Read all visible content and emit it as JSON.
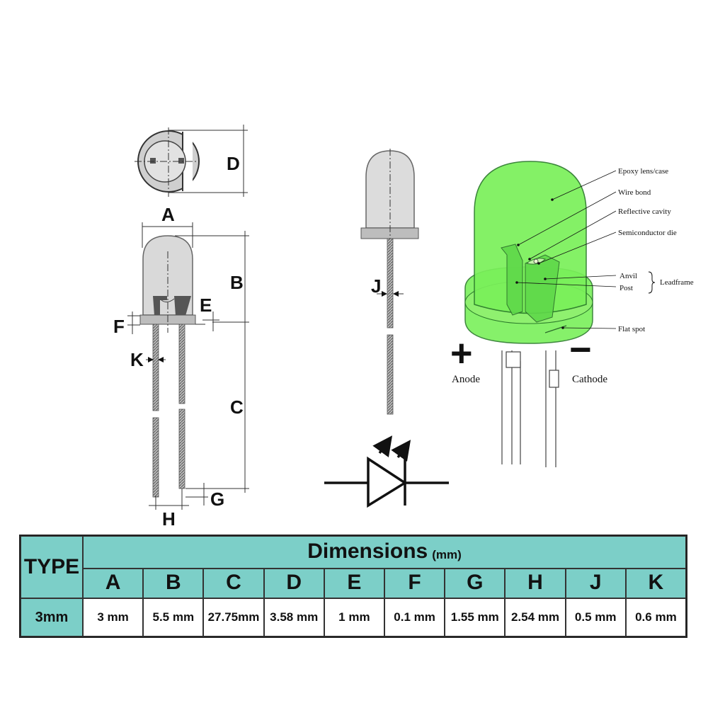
{
  "dimension_letters": {
    "A": "A",
    "B": "B",
    "C": "C",
    "D": "D",
    "E": "E",
    "F": "F",
    "G": "G",
    "H": "H",
    "J": "J",
    "K": "K"
  },
  "callouts": {
    "epoxy": "Epoxy lens/case",
    "wire_bond": "Wire bond",
    "reflective_cavity": "Reflective cavity",
    "semiconductor_die": "Semiconductor die",
    "anvil": "Anvil",
    "post": "Post",
    "leadframe": "Leadframe",
    "flat_spot": "Flat spot"
  },
  "polarity": {
    "plus": "+",
    "minus": "−",
    "anode": "Anode",
    "cathode": "Cathode"
  },
  "colors": {
    "led_green": "#7af05a",
    "body_gray": "#d8d8d8",
    "table_header": "#7ccfc8"
  },
  "table": {
    "type_header": "TYPE",
    "title": "Dimensions",
    "unit": "(mm)",
    "columns": [
      "A",
      "B",
      "C",
      "D",
      "E",
      "F",
      "G",
      "H",
      "J",
      "K"
    ],
    "row_type": "3mm",
    "values": [
      "3 mm",
      "5.5 mm",
      "27.75mm",
      "3.58 mm",
      "1 mm",
      "0.1 mm",
      "1.55 mm",
      "2.54 mm",
      "0.5 mm",
      "0.6 mm"
    ]
  }
}
